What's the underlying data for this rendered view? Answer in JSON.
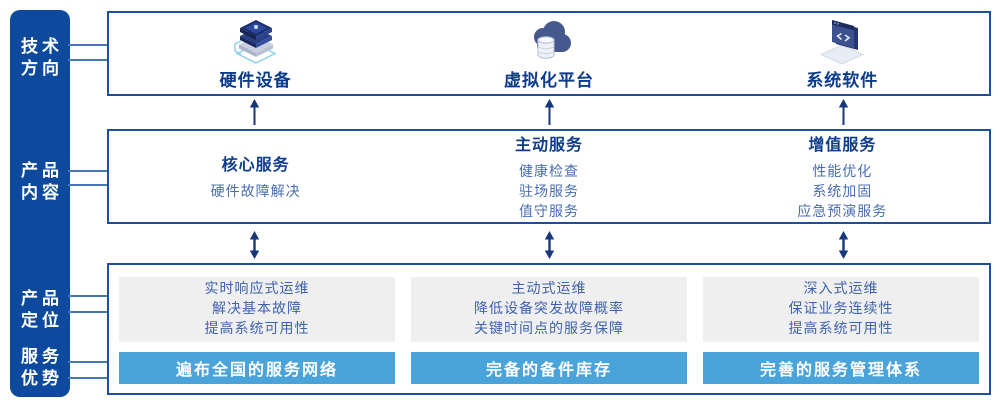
{
  "colors": {
    "sidebar_bg": "#0d4a9e",
    "box_border": "#1d4f9c",
    "title_text": "#0d3c8c",
    "item_text": "#4a6cb3",
    "panel_bg": "#efefef",
    "advantage_bar_bg": "#4aa3d9",
    "advantage_bar_text": "#ffffff",
    "arrow": "#16377c",
    "connector": "#4a76b8"
  },
  "sidebar": {
    "groups": [
      {
        "line1": "技术",
        "line2": "方向"
      },
      {
        "line1": "产品",
        "line2": "内容"
      },
      {
        "line1": "产品",
        "line2": "定位"
      },
      {
        "line1": "服务",
        "line2": "优势"
      }
    ]
  },
  "tech_row": {
    "items": [
      {
        "icon": "server-stack-icon",
        "label": "硬件设备"
      },
      {
        "icon": "cloud-database-icon",
        "label": "虚拟化平台"
      },
      {
        "icon": "code-window-icon",
        "label": "系统软件"
      }
    ]
  },
  "services_row": {
    "columns": [
      {
        "title": "核心服务",
        "items": [
          "硬件故障解决"
        ]
      },
      {
        "title": "主动服务",
        "items": [
          "健康检查",
          "驻场服务",
          "值守服务"
        ]
      },
      {
        "title": "增值服务",
        "items": [
          "性能优化",
          "系统加固",
          "应急预演服务"
        ]
      }
    ]
  },
  "positioning_row": {
    "columns": [
      {
        "lines": [
          "实时响应式运维",
          "解决基本故障",
          "提高系统可用性"
        ],
        "advantage": "遍布全国的服务网络"
      },
      {
        "lines": [
          "主动式运维",
          "降低设备突发故障概率",
          "关键时间点的服务保障"
        ],
        "advantage": "完备的备件库存"
      },
      {
        "lines": [
          "深入式运维",
          "保证业务连续性",
          "提高系统可用性"
        ],
        "advantage": "完善的服务管理体系"
      }
    ]
  }
}
